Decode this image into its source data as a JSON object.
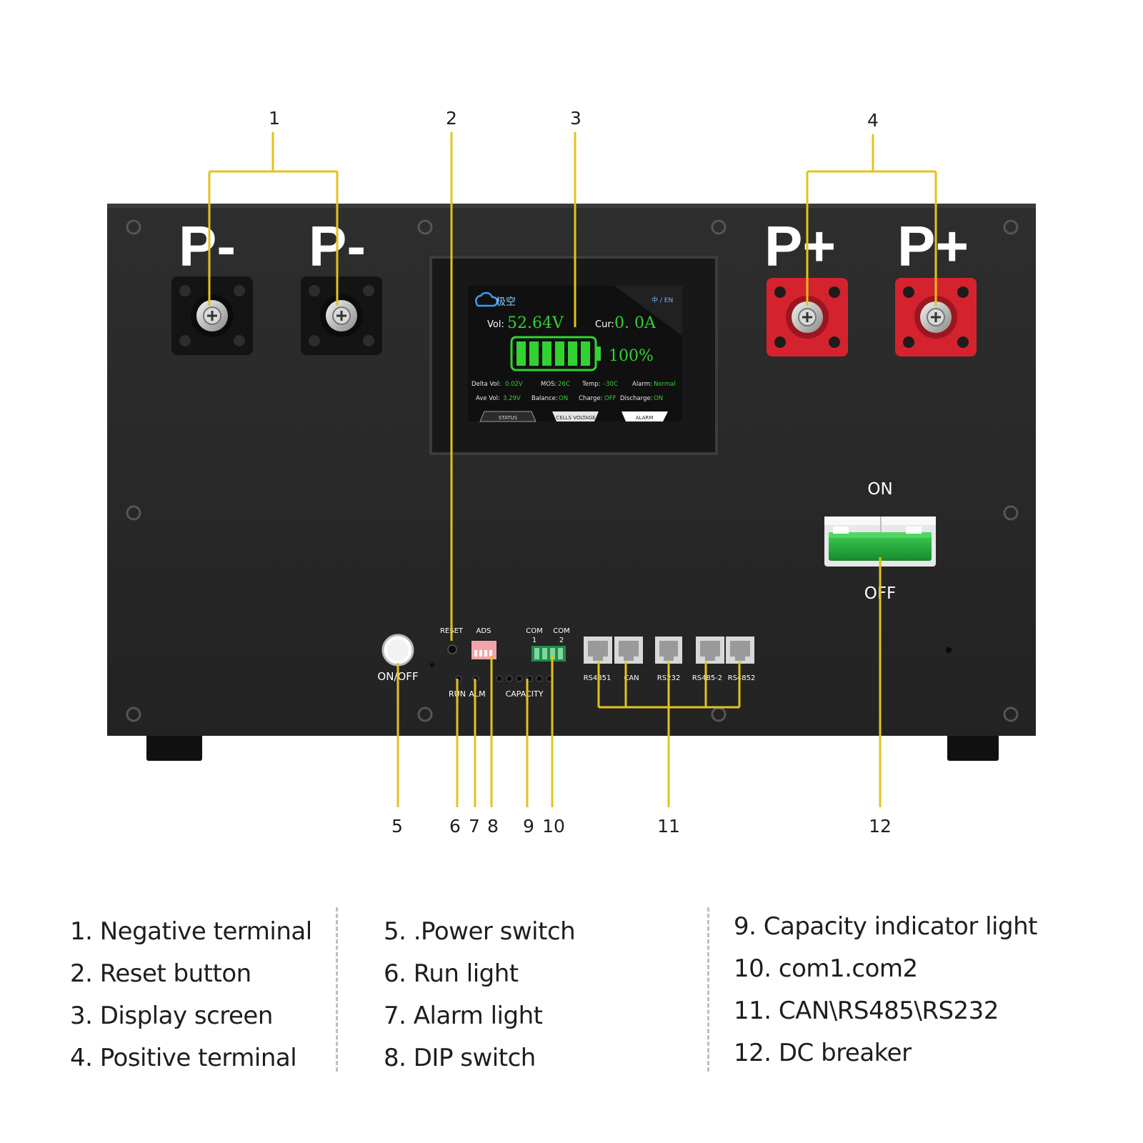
{
  "callouts": [
    "1",
    "2",
    "3",
    "4",
    "5",
    "6",
    "7",
    "8",
    "9",
    "10",
    "11",
    "12"
  ],
  "terminals": {
    "negative": [
      "P-",
      "P-"
    ],
    "positive": [
      "P+",
      "P+"
    ]
  },
  "display": {
    "brand_glyphs": "极空",
    "lang": "中 / EN",
    "vol_label": "Vol:",
    "vol_value": "52.64V",
    "cur_label": "Cur:",
    "cur_value": "0. 0A",
    "soc": "100%",
    "soc_fraction": 1.0,
    "row1": [
      {
        "label": "Delta Vol:",
        "value": "0.02V"
      },
      {
        "label": "MOS:",
        "value": "26C"
      },
      {
        "label": "Temp:",
        "value": "-30C"
      },
      {
        "label": "Alarm:",
        "value": "Normal"
      }
    ],
    "row2": [
      {
        "label": "Ave Vol:",
        "value": "3.29V"
      },
      {
        "label": "Balance:",
        "value": "ON"
      },
      {
        "label": "Charge:",
        "value": "OFF"
      },
      {
        "label": "Discharge:",
        "value": "ON"
      }
    ],
    "tabs": [
      "STATUS",
      "CELLS VOLTAGE",
      "ALARM"
    ],
    "accent": "#32d232"
  },
  "breaker": {
    "on_label": "ON",
    "off_label": "OFF",
    "color": "#1fa33a"
  },
  "panel_labels": {
    "on_off": "ON/OFF",
    "reset": "RESET",
    "ads": "ADS",
    "com1_a": "COM",
    "com1_b": "1",
    "com2_a": "COM",
    "com2_b": "2",
    "run": "RUN",
    "alm": "ALM",
    "capacity": "CAPACITY",
    "ports": [
      "RS4851",
      "CAN",
      "RS232",
      "RS485-2",
      "RS4852"
    ]
  },
  "legend": {
    "col1": [
      "1. Negative terminal",
      "2. Reset button",
      "3. Display screen",
      "4. Positive terminal"
    ],
    "col2": [
      "5. .Power switch",
      "6. Run light",
      "7. Alarm light",
      "8. DIP switch"
    ],
    "col3": [
      "9.   Capacity indicator light",
      "10. com1.com2",
      "11. CAN\\RS485\\RS232",
      "12. DC breaker"
    ]
  },
  "colors": {
    "leader": "#e3c21f",
    "panel": "#2a2a2a",
    "terminal_red": "#d4232e",
    "terminal_black": "#161616"
  }
}
